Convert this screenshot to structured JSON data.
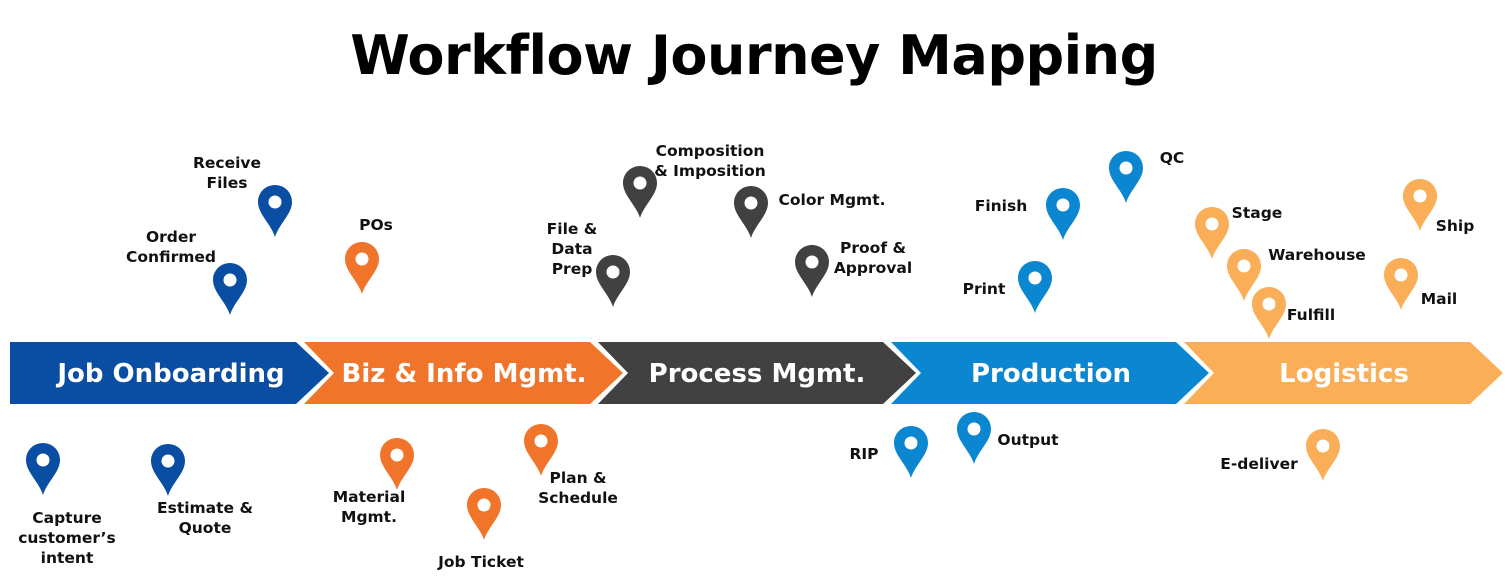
{
  "title": "Workflow Journey Mapping",
  "colors": {
    "job_onboarding": "#0a4ea3",
    "biz_info": "#f0752a",
    "process": "#414142",
    "production": "#0b86d0",
    "logistics": "#f9ae57"
  },
  "stages": [
    {
      "id": "job_onboarding",
      "label": "Job Onboarding"
    },
    {
      "id": "biz_info",
      "label": "Biz & Info Mgmt."
    },
    {
      "id": "process",
      "label": "Process Mgmt."
    },
    {
      "id": "production",
      "label": "Production"
    },
    {
      "id": "logistics",
      "label": "Logistics"
    }
  ],
  "pins": [
    {
      "id": "receive-files",
      "stage": "job_onboarding",
      "lines": [
        "Receive",
        "Files"
      ]
    },
    {
      "id": "order-confirmed",
      "stage": "job_onboarding",
      "lines": [
        "Order",
        "Confirmed"
      ]
    },
    {
      "id": "capture-intent",
      "stage": "job_onboarding",
      "lines": [
        "Capture",
        "customer’s",
        "intent"
      ]
    },
    {
      "id": "estimate-quote",
      "stage": "job_onboarding",
      "lines": [
        "Estimate &",
        "Quote"
      ]
    },
    {
      "id": "pos",
      "stage": "biz_info",
      "lines": [
        "POs"
      ]
    },
    {
      "id": "material-mgmt",
      "stage": "biz_info",
      "lines": [
        "Material",
        "Mgmt."
      ]
    },
    {
      "id": "job-ticket",
      "stage": "biz_info",
      "lines": [
        "Job Ticket"
      ]
    },
    {
      "id": "plan-schedule",
      "stage": "biz_info",
      "lines": [
        "Plan &",
        "Schedule"
      ]
    },
    {
      "id": "composition-imposition",
      "stage": "process",
      "lines": [
        "Composition",
        "& Imposition"
      ]
    },
    {
      "id": "color-mgmt",
      "stage": "process",
      "lines": [
        "Color Mgmt."
      ]
    },
    {
      "id": "file-data-prep",
      "stage": "process",
      "lines": [
        "File &",
        "Data",
        "Prep"
      ]
    },
    {
      "id": "proof-approval",
      "stage": "process",
      "lines": [
        "Proof &",
        "Approval"
      ]
    },
    {
      "id": "qc",
      "stage": "production",
      "lines": [
        "QC"
      ]
    },
    {
      "id": "finish",
      "stage": "production",
      "lines": [
        "Finish"
      ]
    },
    {
      "id": "print",
      "stage": "production",
      "lines": [
        "Print"
      ]
    },
    {
      "id": "rip",
      "stage": "production",
      "lines": [
        "RIP"
      ]
    },
    {
      "id": "output",
      "stage": "production",
      "lines": [
        "Output"
      ]
    },
    {
      "id": "stage",
      "stage": "logistics",
      "lines": [
        "Stage"
      ]
    },
    {
      "id": "warehouse",
      "stage": "logistics",
      "lines": [
        "Warehouse"
      ]
    },
    {
      "id": "fulfill",
      "stage": "logistics",
      "lines": [
        "Fulfill"
      ]
    },
    {
      "id": "ship",
      "stage": "logistics",
      "lines": [
        "Ship"
      ]
    },
    {
      "id": "mail",
      "stage": "logistics",
      "lines": [
        "Mail"
      ]
    },
    {
      "id": "e-deliver",
      "stage": "logistics",
      "lines": [
        "E-deliver"
      ]
    }
  ]
}
